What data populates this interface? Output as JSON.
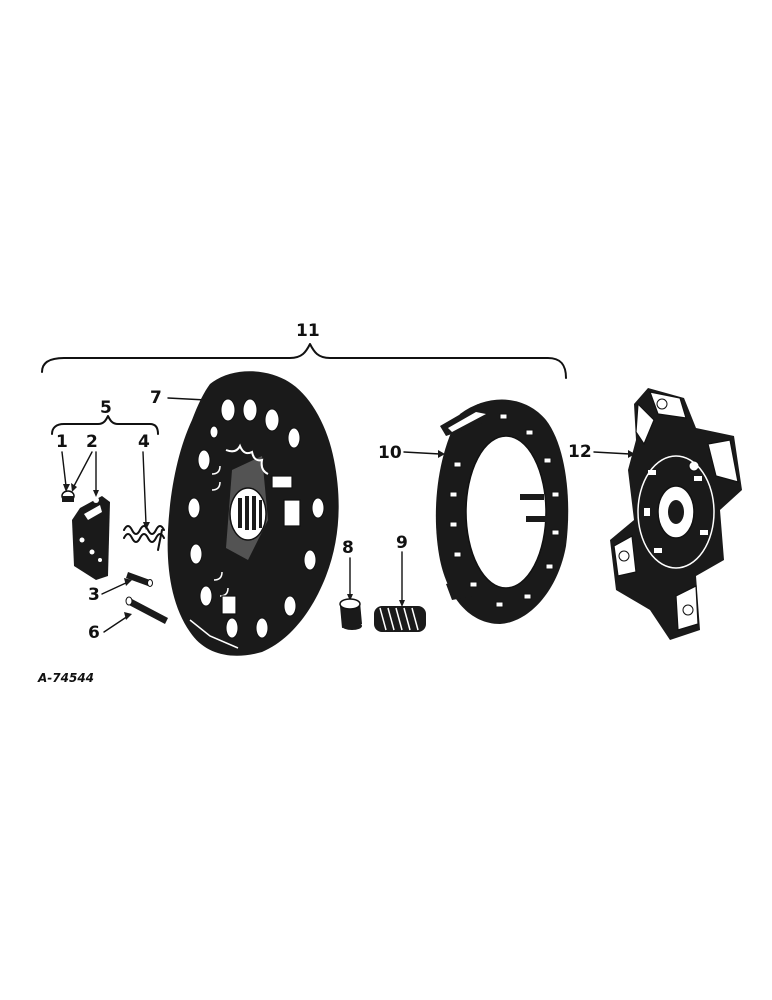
{
  "callouts": {
    "c1": "1",
    "c2": "2",
    "c3": "3",
    "c4": "4",
    "c5": "5",
    "c6": "6",
    "c7": "7",
    "c8": "8",
    "c9": "9",
    "c10": "10",
    "c11": "11",
    "c12": "12"
  },
  "reference_code": "A-74544"
}
